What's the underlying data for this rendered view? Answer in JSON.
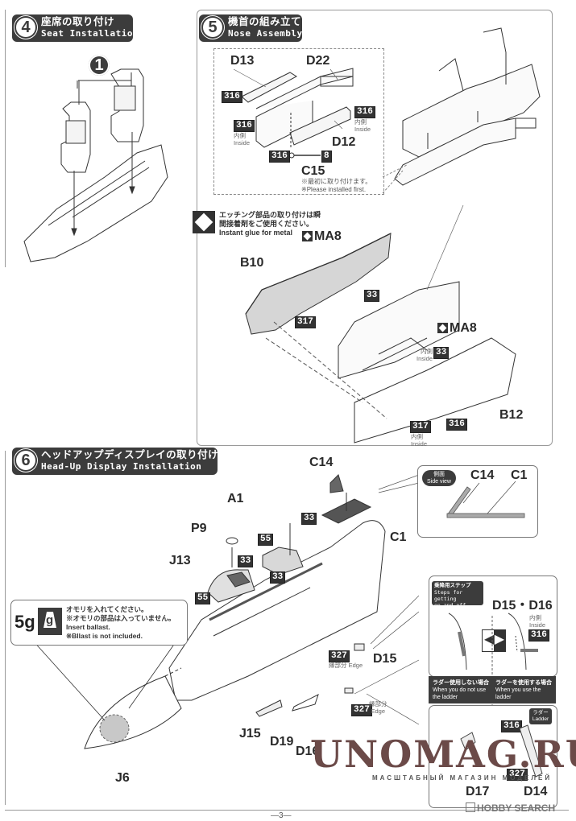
{
  "page_number": "—3—",
  "steps": {
    "seat": {
      "number": "4",
      "title_jp": "座席の取り付け",
      "title_en": "Seat Installation",
      "callout": "1"
    },
    "nose": {
      "number": "5",
      "title_jp": "機首の組み立て",
      "title_en": "Nose Assembly",
      "parts": {
        "d13": "D13",
        "d22": "D22",
        "d12": "D12",
        "c15": "C15",
        "b10": "B10",
        "b12": "B12",
        "ma8a": "MA8",
        "ma8b": "MA8"
      },
      "codes": {
        "c316a": "316",
        "c316b": "316",
        "c316c": "316",
        "c316d": "316",
        "c8": "8",
        "c33a": "33",
        "c33b": "33",
        "c317a": "317",
        "c317b": "317",
        "c316e": "316"
      },
      "inside_jp": "内側",
      "inside_en": "Inside",
      "c15_note_jp": "※最初に取り付けます。",
      "c15_note_en": "※Please installed first.",
      "glue_note_jp_1": "エッチング部品の取り付けは瞬",
      "glue_note_jp_2": "間接着剤をご使用ください。",
      "glue_note_en": "Instant glue for metal"
    },
    "hud": {
      "number": "6",
      "title_jp": "ヘッドアップディスプレイの取り付け",
      "title_en": "Head-Up Display Installation",
      "parts": {
        "c14": "C14",
        "a1": "A1",
        "p9": "P9",
        "j13": "J13",
        "c1": "C1",
        "d15": "D15",
        "j15": "J15",
        "d19": "D19",
        "d16": "D16",
        "j6": "J6"
      },
      "codes": {
        "c33a": "33",
        "c33b": "33",
        "c33c": "33",
        "c55a": "55",
        "c55b": "55",
        "c327a": "327",
        "c327b": "327"
      },
      "edge_jp": "縁部分",
      "edge_en": "Edge",
      "side_view": {
        "badge_jp": "側面",
        "badge_en": "Side view",
        "c14": "C14",
        "c1": "C1"
      },
      "ballast": {
        "weight": "5g",
        "icon_glyph": "g",
        "line1_jp": "オモリを入れてください。",
        "line2_jp": "※オモリの部品は入っていません。",
        "line1_en": "Insert ballast.",
        "line2_en": "※Bllast is not included."
      },
      "steps_panel": {
        "badge_jp": "乗降用ステップ",
        "badge_en_1": "Steps for getting",
        "badge_en_2": "on and off",
        "title": "D15・D16",
        "inside_jp": "内側",
        "inside_en": "Inside",
        "code316": "316",
        "no_ladder_jp": "ラダー使用しない場合",
        "no_ladder_en_1": "When you do not use",
        "no_ladder_en_2": "the ladder",
        "ladder_jp": "ラダーを使用する場合",
        "ladder_en": "When you use the ladder",
        "ladder_badge_jp": "ラダー",
        "ladder_badge_en": "Ladder",
        "code316b": "316",
        "code327": "327",
        "d17": "D17",
        "d14": "D14"
      }
    }
  },
  "watermark": {
    "brand": "UNOMAG.RU",
    "tagline": "МАСШТАБНЫЙ МАГАЗИН МОДЕЛЕЙ",
    "source": "HOBBY SEARCH"
  }
}
